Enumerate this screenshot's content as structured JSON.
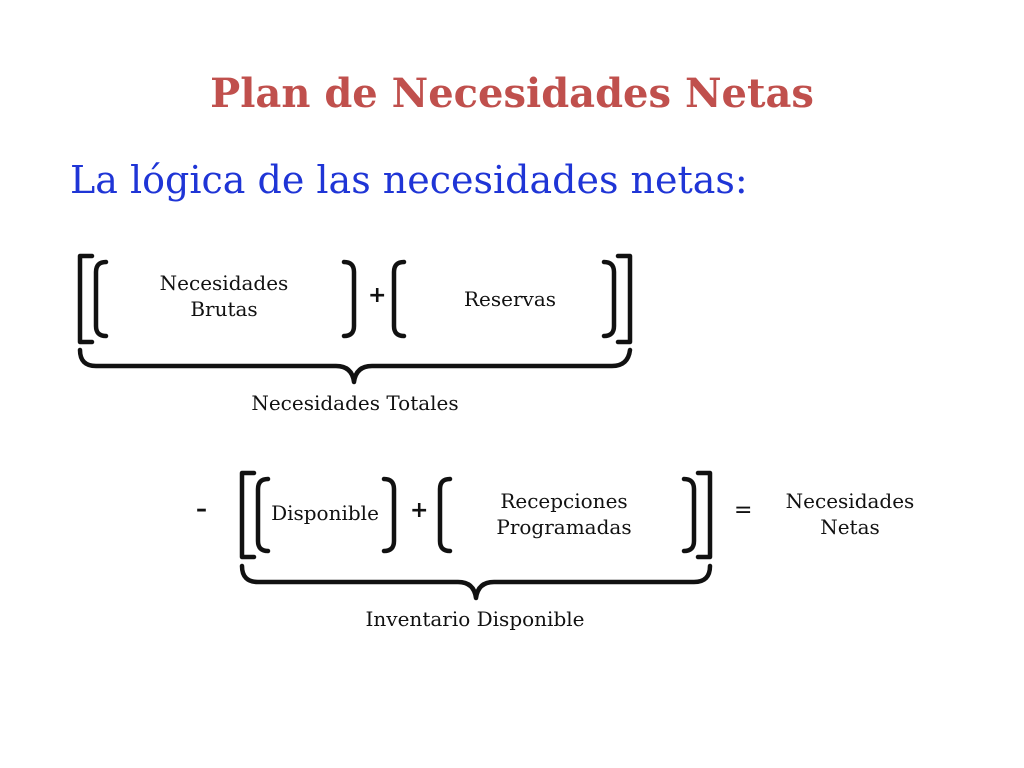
{
  "title": "Plan de Necesidades Netas",
  "subtitle": "La lógica de las necesidades netas:",
  "colors": {
    "title": "#c0504d",
    "subtitle": "#1f35d6",
    "text": "#111111"
  },
  "row1": {
    "item1": "Necesidades\nBrutas",
    "plus": "+",
    "item2": "Reservas",
    "brace_label": "Necesidades Totales"
  },
  "row2": {
    "minus": "–",
    "item1": "Disponible",
    "plus": "+",
    "item2": "Recepciones\nProgramadas",
    "equals": "=",
    "result": "Necesidades\nNetas",
    "brace_label": "Inventario Disponible"
  }
}
